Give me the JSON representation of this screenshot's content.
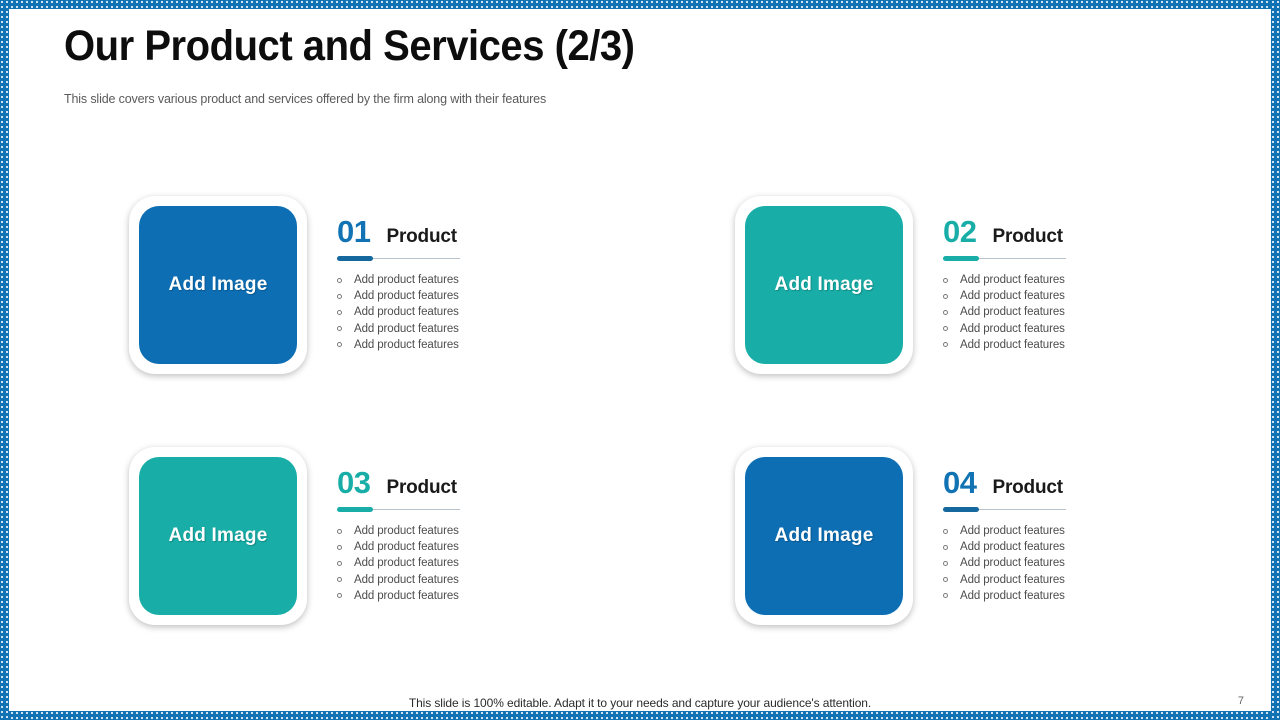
{
  "header": {
    "title": "Our Product and Services (2/3)",
    "subtitle": "This slide covers various product and services offered by the firm along with their features"
  },
  "colors": {
    "blue": "#0d6eb4",
    "blue_accent": "#1273b4",
    "teal": "#18aea7",
    "border_blue": "#1273b4",
    "title_text": "#0d0d0d",
    "subtitle_text": "#5a5a5a",
    "feature_text": "#4d4d4d"
  },
  "cards": [
    {
      "number": "01",
      "color": "blue",
      "heading": "Product",
      "image_placeholder": "Add Image",
      "features": [
        "Add product features",
        "Add product features",
        "Add product features",
        "Add product features",
        "Add product features"
      ]
    },
    {
      "number": "02",
      "color": "teal",
      "heading": "Product",
      "image_placeholder": "Add Image",
      "features": [
        "Add product features",
        "Add product features",
        "Add product features",
        "Add product features",
        "Add product features"
      ]
    },
    {
      "number": "03",
      "color": "teal",
      "heading": "Product",
      "image_placeholder": "Add Image",
      "features": [
        "Add product features",
        "Add product features",
        "Add product features",
        "Add product features",
        "Add product features"
      ]
    },
    {
      "number": "04",
      "color": "blue",
      "heading": "Product",
      "image_placeholder": "Add Image",
      "features": [
        "Add product features",
        "Add product features",
        "Add product features",
        "Add product features",
        "Add product features"
      ]
    }
  ],
  "footer": {
    "note": "This slide is 100% editable. Adapt it to your needs and capture your audience's attention.",
    "page_number": "7"
  }
}
